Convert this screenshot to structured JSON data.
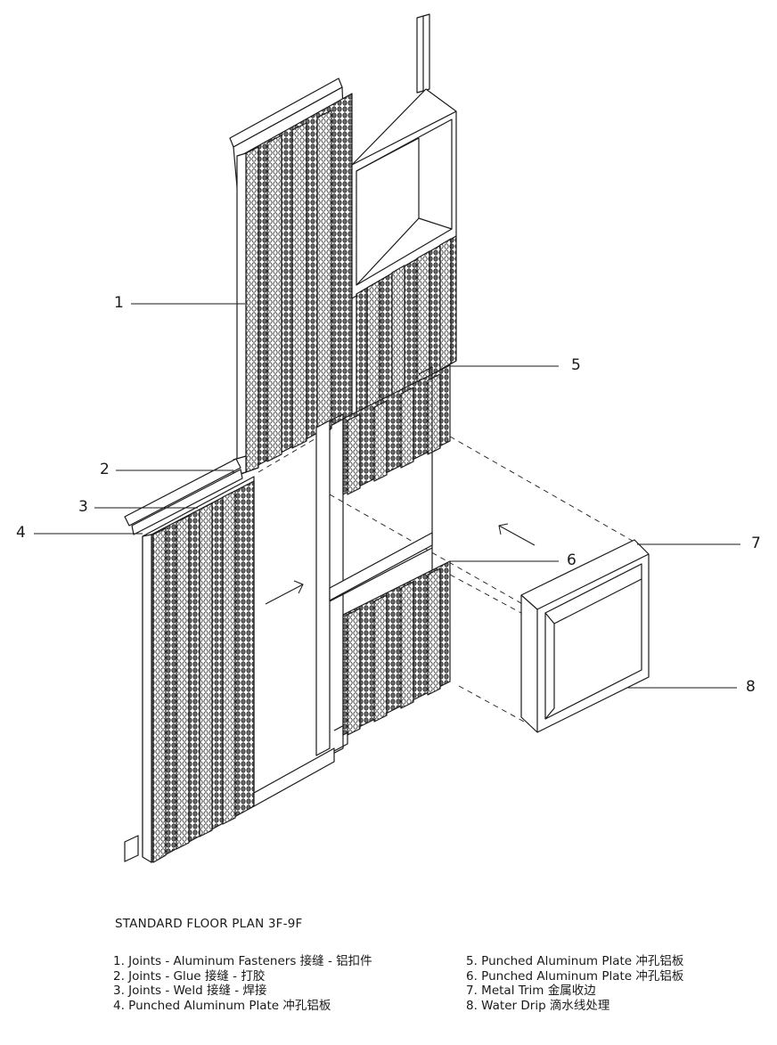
{
  "diagram": {
    "callouts": [
      {
        "id": "1",
        "label": "1"
      },
      {
        "id": "2",
        "label": "2"
      },
      {
        "id": "3",
        "label": "3"
      },
      {
        "id": "4",
        "label": "4"
      },
      {
        "id": "5",
        "label": "5"
      },
      {
        "id": "6",
        "label": "6"
      },
      {
        "id": "7",
        "label": "7"
      },
      {
        "id": "8",
        "label": "8"
      }
    ],
    "stroke_color": "#1a1a1a",
    "perforation_color": "#333333"
  },
  "caption": {
    "title": "STANDARD FLOOR PLAN 3F-9F",
    "legend": [
      "1. Joints - Aluminum Fasteners  接缝 - 铝扣件",
      "2. Joints - Glue  接缝 - 打胶",
      "3. Joints - Weld  接缝 - 焊接",
      "4. Punched Aluminum Plate  冲孔铝板",
      "5. Punched Aluminum Plate  冲孔铝板",
      "6. Punched Aluminum Plate  冲孔铝板",
      "7. Metal Trim  金属收边",
      "8. Water Drip  滴水线处理"
    ]
  }
}
